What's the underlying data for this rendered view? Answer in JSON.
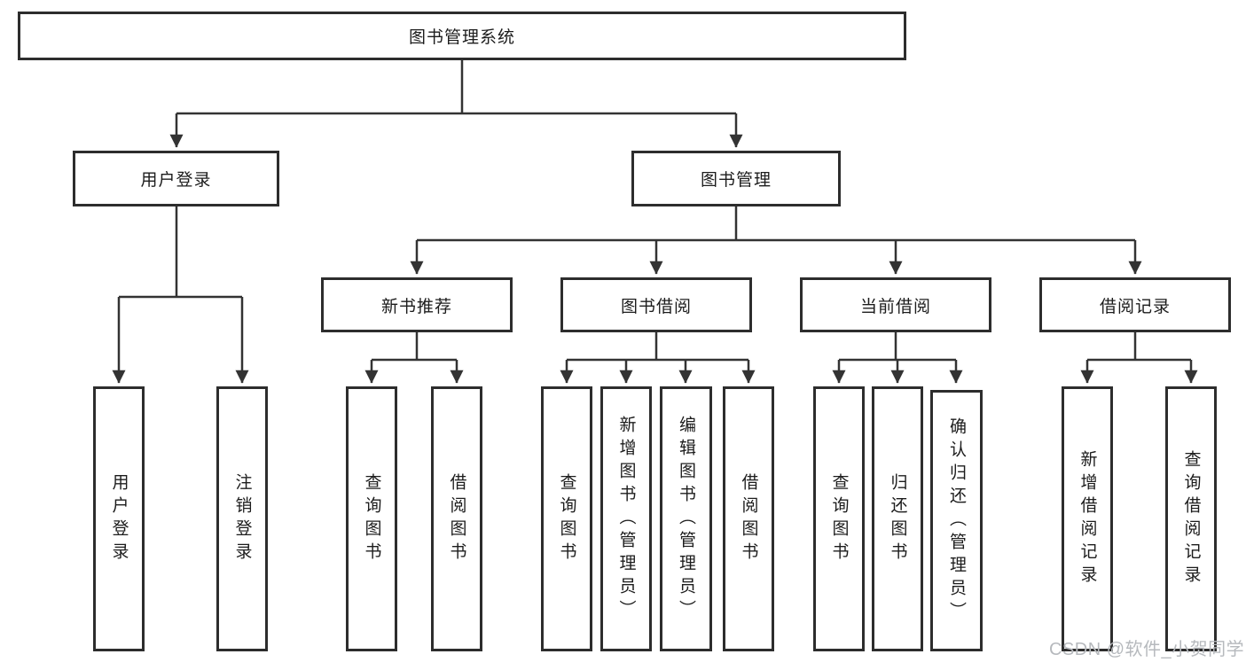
{
  "diagram_title": "图书管理系统",
  "tree": {
    "root": {
      "label": "图书管理系统"
    },
    "branches": [
      {
        "label": "用户登录",
        "leaves": [
          {
            "label": "用户登录"
          },
          {
            "label": "注销登录"
          }
        ]
      },
      {
        "label": "图书管理",
        "groups": [
          {
            "label": "新书推荐",
            "leaves": [
              {
                "label": "查询图书"
              },
              {
                "label": "借阅图书"
              }
            ]
          },
          {
            "label": "图书借阅",
            "leaves": [
              {
                "label": "查询图书"
              },
              {
                "label": "新增图书（管理员）"
              },
              {
                "label": "编辑图书（管理员）"
              },
              {
                "label": "借阅图书"
              }
            ]
          },
          {
            "label": "当前借阅",
            "leaves": [
              {
                "label": "查询图书"
              },
              {
                "label": "归还图书"
              },
              {
                "label": "确认归还（管理员）"
              }
            ]
          },
          {
            "label": "借阅记录",
            "leaves": [
              {
                "label": "新增借阅记录"
              },
              {
                "label": "查询借阅记录"
              }
            ]
          }
        ]
      }
    ]
  },
  "watermark": {
    "text": "CSDN @软件_小贺同学"
  },
  "colors": {
    "box_border": "#2d2d2d",
    "connector": "#333333",
    "text": "#1c1c1c",
    "watermark": "#b6b9bd",
    "background": "#ffffff"
  }
}
